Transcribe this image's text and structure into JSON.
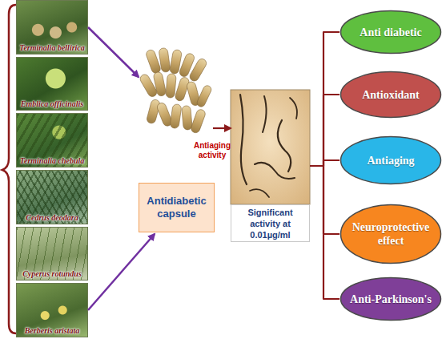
{
  "diagram": {
    "nodes": [
      {
        "text": [
          "Terminalia bellirica"
        ]
      },
      {
        "text": [
          "Emblica officinalis"
        ]
      },
      {
        "text": [
          "Terminalia chebula"
        ]
      },
      {
        "text": [
          "Cedrus deodara"
        ]
      },
      {
        "text": [
          "Cyperus rotundus"
        ]
      },
      {
        "text": [
          "Berberis aristata"
        ]
      },
      {
        "text": [
          "Antidiabetic capsule"
        ]
      },
      {
        "text": [
          "Significant activity at 0.01µg/ml"
        ]
      },
      {
        "text": [
          "Anti diabetic"
        ]
      },
      {
        "text": [
          "Antioxidant"
        ]
      },
      {
        "text": [
          "Antiaging"
        ]
      },
      {
        "text": [
          "Neuroprotective effect"
        ]
      },
      {
        "text": [
          "Anti-Parkinson's"
        ]
      }
    ],
    "edges": [
      {
        "from": 0,
        "to": 6,
        "arrow": "to"
      },
      {
        "from": 5,
        "to": 6,
        "arrow": "to"
      },
      {
        "from": 6,
        "to": 7,
        "label": "Antiaging activity",
        "arrow": "to"
      },
      {
        "from": 7,
        "to": 8,
        "arrow": "none"
      },
      {
        "from": 7,
        "to": 9,
        "arrow": "none"
      },
      {
        "from": 7,
        "to": 10,
        "arrow": "none"
      },
      {
        "from": 7,
        "to": 11,
        "arrow": "none"
      },
      {
        "from": 7,
        "to": 12,
        "arrow": "none"
      }
    ]
  }
}
